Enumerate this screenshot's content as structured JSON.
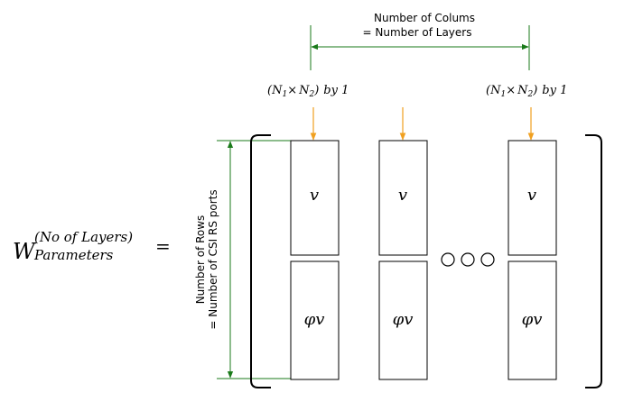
{
  "header": {
    "columns_label_line1": "Number of Colums",
    "columns_label_line2": "= Number of Layers"
  },
  "rows_label": {
    "line1": "Number of Rows",
    "line2": "= Number of CSI RS ports"
  },
  "column_size": {
    "N1": "N",
    "sub1": "1",
    "times": "×",
    "N2": "N",
    "sub2": "2",
    "by": "by 1"
  },
  "equation": {
    "symbol": "W",
    "superscript": "(No of Layers)",
    "subscript": "Parameters",
    "equals": "="
  },
  "matrix": {
    "top_entry": "v",
    "bottom_entry": "φv",
    "ellipsis_count": 3
  },
  "colors": {
    "green": "#1a7a1a",
    "orange": "#f0a020",
    "black": "#000000"
  }
}
